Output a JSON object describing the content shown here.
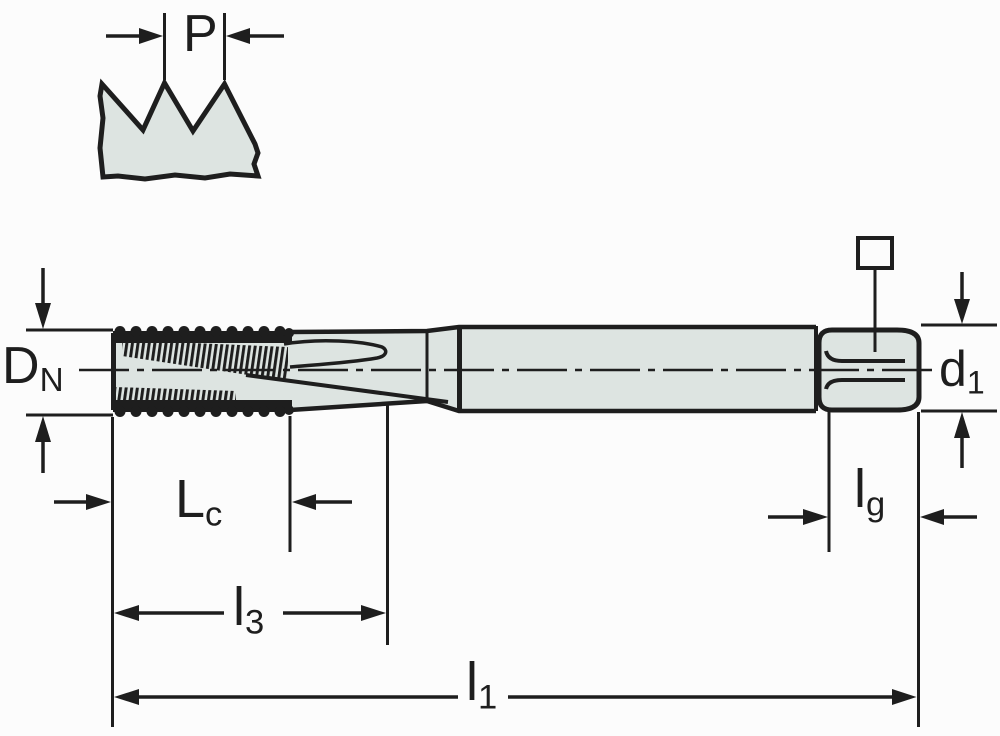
{
  "labels": {
    "pitch": {
      "main": "P",
      "sub": ""
    },
    "nominal_diameter": {
      "main": "D",
      "sub": "N"
    },
    "shank_diameter": {
      "main": "d",
      "sub": "1"
    },
    "chamfer_length": {
      "main": "L",
      "sub": "c"
    },
    "length_l3": {
      "main": "l",
      "sub": "3"
    },
    "overall_length": {
      "main": "l",
      "sub": "1"
    },
    "square_length": {
      "main": "l",
      "sub": "g"
    }
  },
  "colors": {
    "background": "#fcfcfc",
    "body_fill": "#dde4e1",
    "line": "#1e1e1e"
  }
}
